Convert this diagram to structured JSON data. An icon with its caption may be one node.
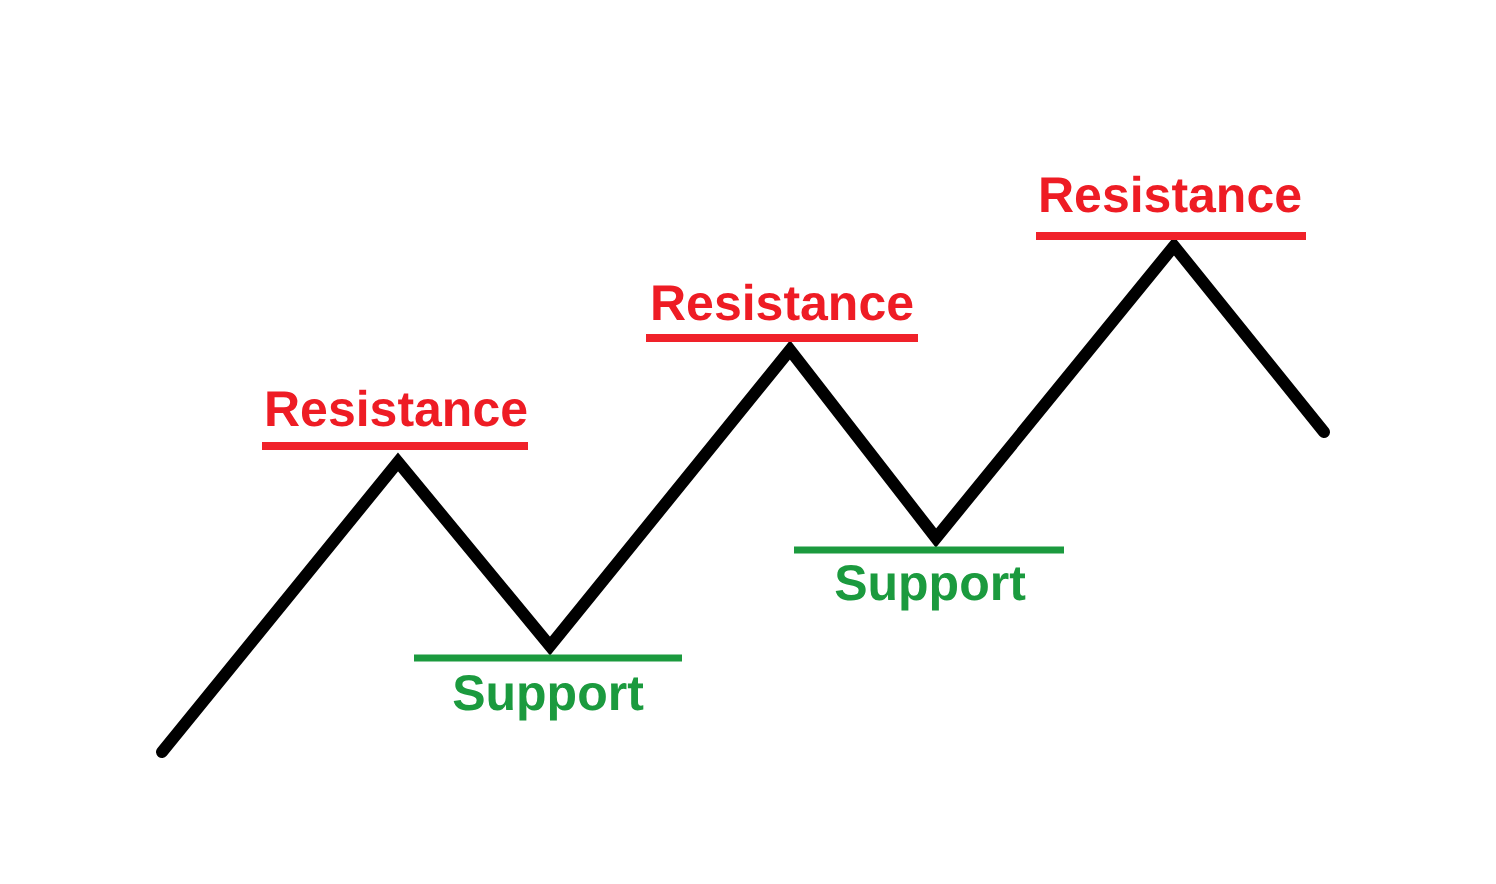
{
  "diagram": {
    "labels": [
      "Resistance",
      "Support",
      "Resistance",
      "Support",
      "Resistance"
    ]
  }
}
